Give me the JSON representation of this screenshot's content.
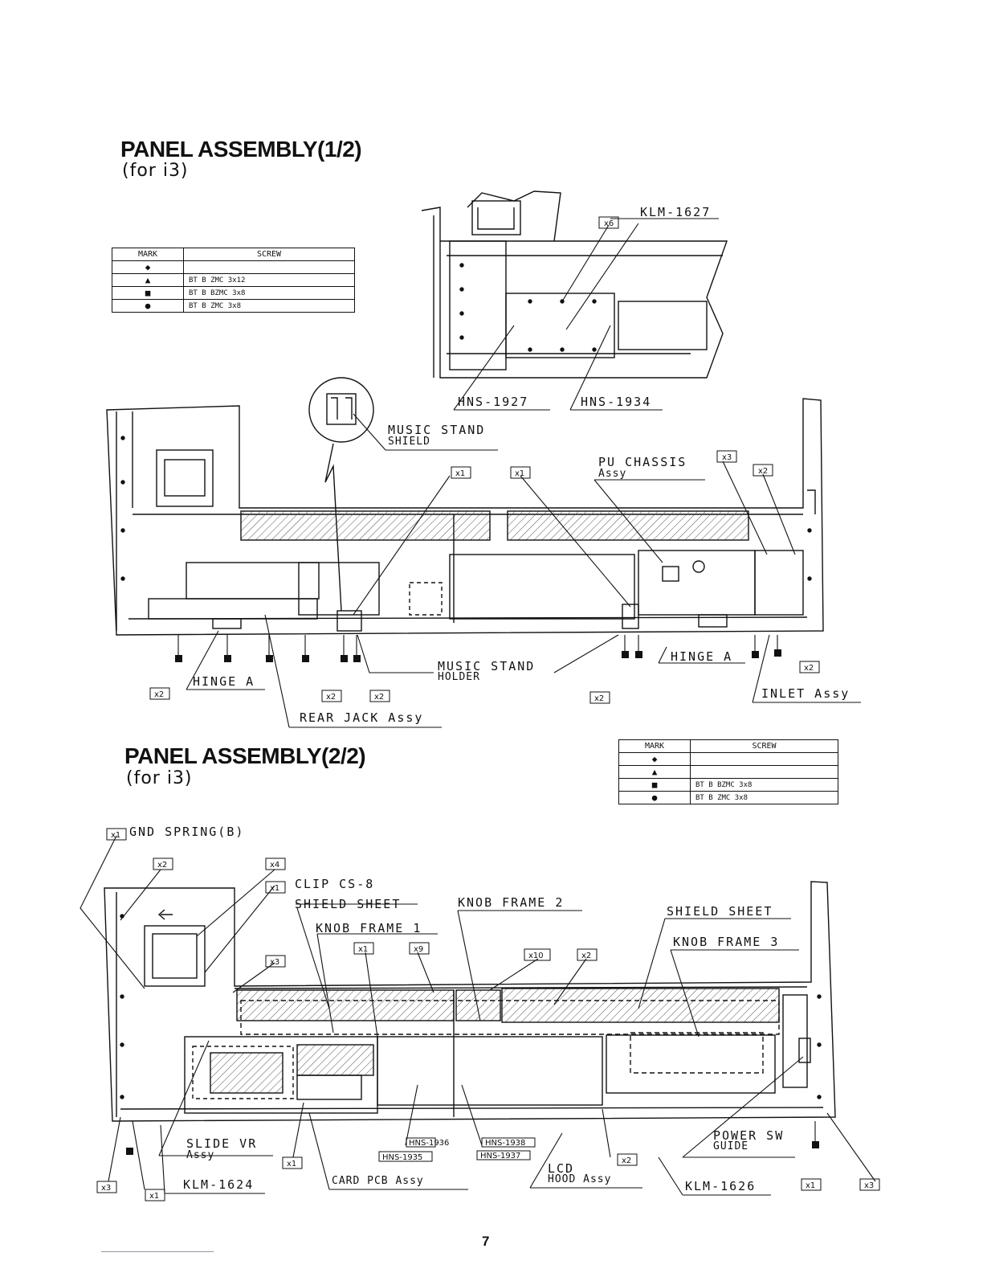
{
  "section1": {
    "title": "PANEL ASSEMBLY(1/2)",
    "subtitle": "(for i3)",
    "screw_table": {
      "headers": [
        "MARK",
        "SCREW"
      ],
      "rows": [
        {
          "mark": "◆",
          "screw": ""
        },
        {
          "mark": "▲",
          "screw": "BT B ZMC 3x12"
        },
        {
          "mark": "■",
          "screw": "BT B BZMC 3x8"
        },
        {
          "mark": "●",
          "screw": "BT B ZMC 3x8"
        }
      ]
    },
    "labels": {
      "klm1627": "KLM-1627",
      "hns1927": "HNS-1927",
      "hns1934": "HNS-1934",
      "music_stand_shield_1": "MUSIC STAND",
      "music_stand_shield_2": "SHIELD",
      "pu_chassis_1": "PU CHASSIS",
      "pu_chassis_2": "Assy",
      "hinge_a_left": "HINGE A",
      "hinge_a_right": "HINGE A",
      "music_stand_holder_1": "MUSIC STAND",
      "music_stand_holder_2": "HOLDER",
      "rear_jack": "REAR JACK Assy",
      "inlet": "INLET Assy"
    },
    "quantities": {
      "q_klm1627": "x6",
      "q_x1_a": "x1",
      "q_x1_b": "x1",
      "q_x3": "x3",
      "q_x2_top": "x2",
      "q_x2_bl": "x2",
      "q_x2_b1": "x2",
      "q_x2_b2": "x2",
      "q_x2_bm": "x2",
      "q_x2_br": "x2"
    }
  },
  "section2": {
    "title": "PANEL ASSEMBLY(2/2)",
    "subtitle": "(for i3)",
    "screw_table": {
      "headers": [
        "MARK",
        "SCREW"
      ],
      "rows": [
        {
          "mark": "◆",
          "screw": ""
        },
        {
          "mark": "▲",
          "screw": ""
        },
        {
          "mark": "■",
          "screw": "BT B BZMC 3x8"
        },
        {
          "mark": "●",
          "screw": "BT B ZMC 3x8"
        }
      ]
    },
    "labels": {
      "gnd_spring": "GND SPRING(B)",
      "clip": "CLIP CS-8",
      "shield_sheet_l": "SHIELD SHEET",
      "knob_frame_1": "KNOB FRAME 1",
      "knob_frame_2": "KNOB FRAME 2",
      "shield_sheet_r": "SHIELD SHEET",
      "knob_frame_3": "KNOB FRAME 3",
      "slide_vr_1": "SLIDE VR",
      "slide_vr_2": "Assy",
      "klm1624": "KLM-1624",
      "card_pcb": "CARD PCB Assy",
      "hns1936": "HNS-1936",
      "hns1935": "HNS-1935",
      "hns1938": "HNS-1938",
      "hns1937": "HNS-1937",
      "lcd_hood_1": "LCD",
      "lcd_hood_2": "HOOD Assy",
      "power_sw_1": "POWER SW",
      "power_sw_2": "GUIDE",
      "klm1626": "KLM-1626"
    },
    "quantities": {
      "q_gnd": "x1",
      "q_x2_a": "x2",
      "q_x4": "x4",
      "q_x1_clip": "x1",
      "q_x3_a": "x3",
      "q_x1_kf": "x1",
      "q_x9": "x9",
      "q_x10": "x10",
      "q_x2_b": "x2",
      "q_x1_card": "x1",
      "q_x2_lcd": "x2",
      "q_x3_bl": "x3",
      "q_x1_bl": "x1",
      "q_x1_br": "x1",
      "q_x3_br": "x3"
    }
  },
  "page_number": "7",
  "colors": {
    "ink": "#111111",
    "hatch": "#555555",
    "footer_line": "#6fa0d8"
  }
}
